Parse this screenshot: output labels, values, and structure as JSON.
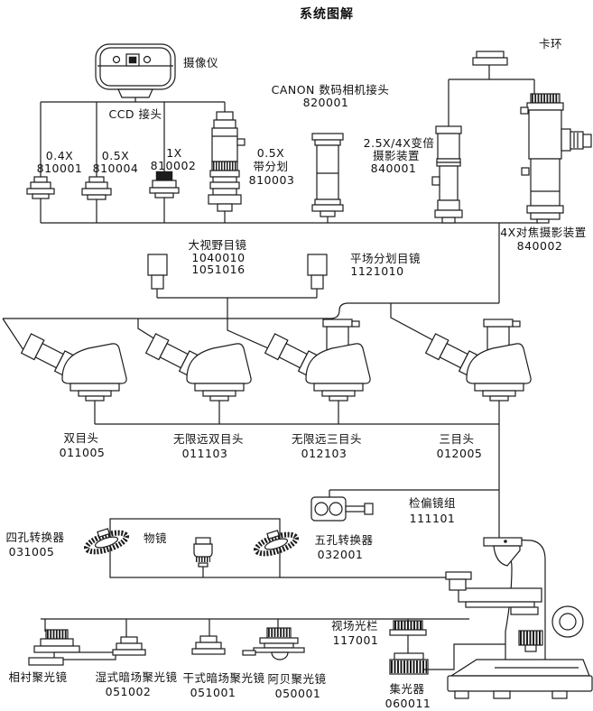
{
  "title": "系统图解",
  "camera": {
    "label": "摄像仪"
  },
  "ccd_joint": {
    "label": "CCD 接头"
  },
  "adapters": [
    {
      "label": "0.4X",
      "part": "810001"
    },
    {
      "label": "0.5X",
      "part": "810004"
    },
    {
      "label": "1X",
      "part": "810002"
    },
    {
      "label": "0.5X",
      "label2": "带分划",
      "part": "810003"
    }
  ],
  "canon_adapter": {
    "label": "CANON 数码相机接头",
    "part": "820001"
  },
  "zoom_photo_device": {
    "label": "2.5X/4X变倍",
    "label2": "摄影装置",
    "part": "840001"
  },
  "clamp_ring": {
    "label": "卡环"
  },
  "focus_photo_device": {
    "label": "4X对焦摄影装置",
    "part": "840002"
  },
  "wide_field_eyepiece": {
    "label": "大视野目镜",
    "part": "1040010",
    "part2": "1051016"
  },
  "plan_reticle_eyepiece": {
    "label": "平场分划目镜",
    "part": "1121010"
  },
  "heads": [
    {
      "label": "双目头",
      "part": "011005"
    },
    {
      "label": "无限远双目头",
      "part": "011103"
    },
    {
      "label": "无限远三目头",
      "part": "012103"
    },
    {
      "label": "三目头",
      "part": "012005"
    }
  ],
  "analyzer": {
    "label": "检偏镜组",
    "part": "111101"
  },
  "four_hole_nosepiece": {
    "label": "四孔转换器",
    "part": "031005"
  },
  "objective": {
    "label": "物镜"
  },
  "five_hole_nosepiece": {
    "label": "五孔转换器",
    "part": "032001"
  },
  "field_diaphragm": {
    "label": "视场光栏",
    "part": "117001"
  },
  "collector": {
    "label": "集光器",
    "part": "060011"
  },
  "condensers": [
    {
      "label": "相衬聚光镜",
      "part": ""
    },
    {
      "label": "湿式暗场聚光镜",
      "part": "051002"
    },
    {
      "label": "干式暗场聚光镜",
      "part": "051001"
    },
    {
      "label": "阿贝聚光镜",
      "part": "050001"
    }
  ]
}
